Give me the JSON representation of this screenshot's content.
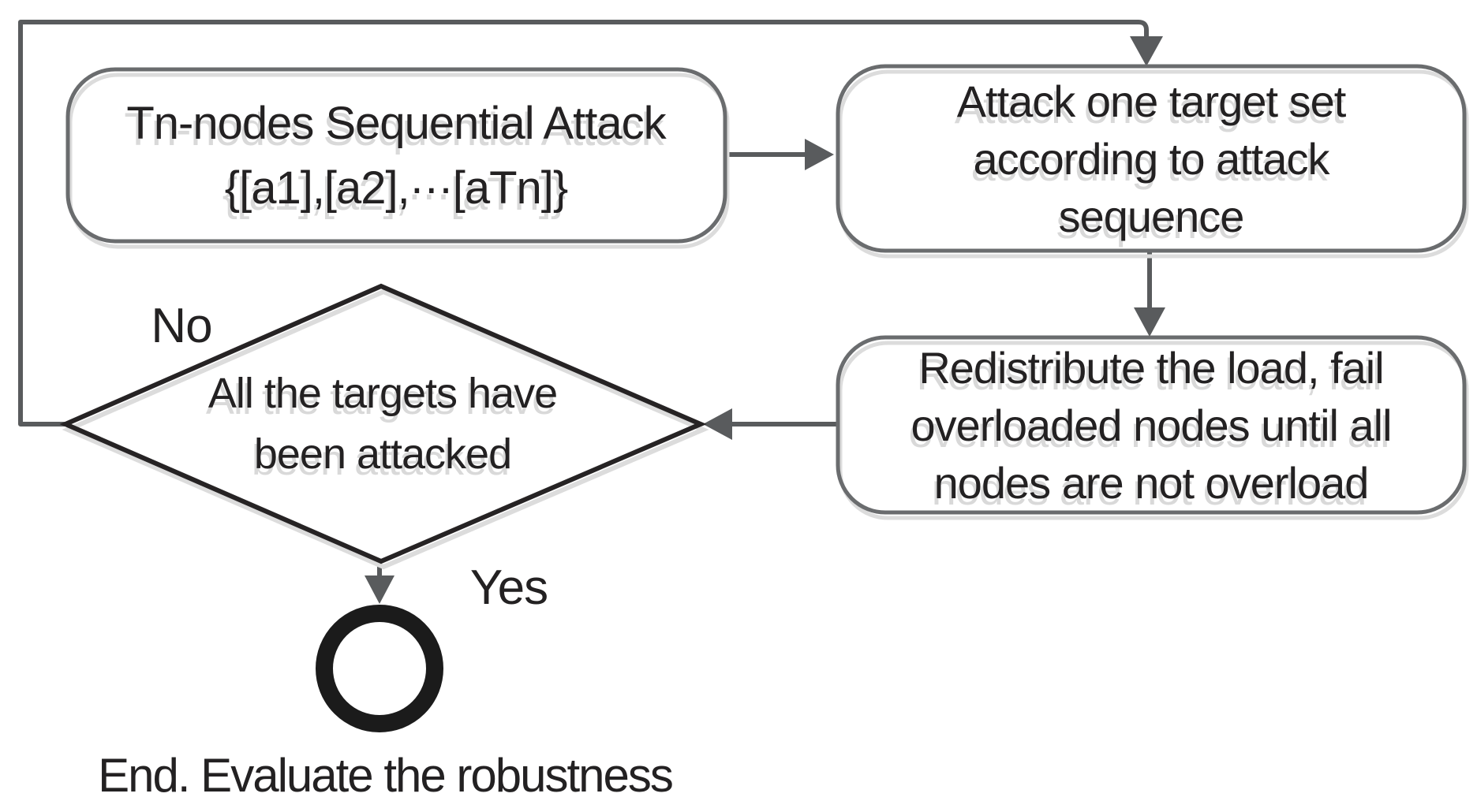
{
  "diagram": {
    "type": "flowchart",
    "nodes": {
      "start": {
        "shape": "rounded-rectangle",
        "lines": [
          "Tn-nodes Sequential Attack",
          "{[a1],[a2],···[aTn]}"
        ]
      },
      "attack": {
        "shape": "rounded-rectangle",
        "lines": [
          "Attack one target set",
          "according to attack",
          "sequence"
        ]
      },
      "redistribute": {
        "shape": "rounded-rectangle",
        "lines": [
          "Redistribute the load, fail",
          "overloaded nodes until all",
          "nodes are not overload"
        ]
      },
      "decision": {
        "shape": "diamond",
        "lines": [
          "All the targets have",
          "been attacked"
        ]
      },
      "end": {
        "shape": "circle",
        "label": "End. Evaluate the robustness"
      }
    },
    "edges": {
      "no_label": "No",
      "yes_label": "Yes"
    },
    "colors": {
      "background": "#ffffff",
      "connector_gray": "#595b5d",
      "box_border_gray": "#6a6c6e",
      "diamond_border": "#262324",
      "end_circle": "#1b1b1b",
      "text": "#232122",
      "shadow": "#d9d9d9"
    }
  }
}
